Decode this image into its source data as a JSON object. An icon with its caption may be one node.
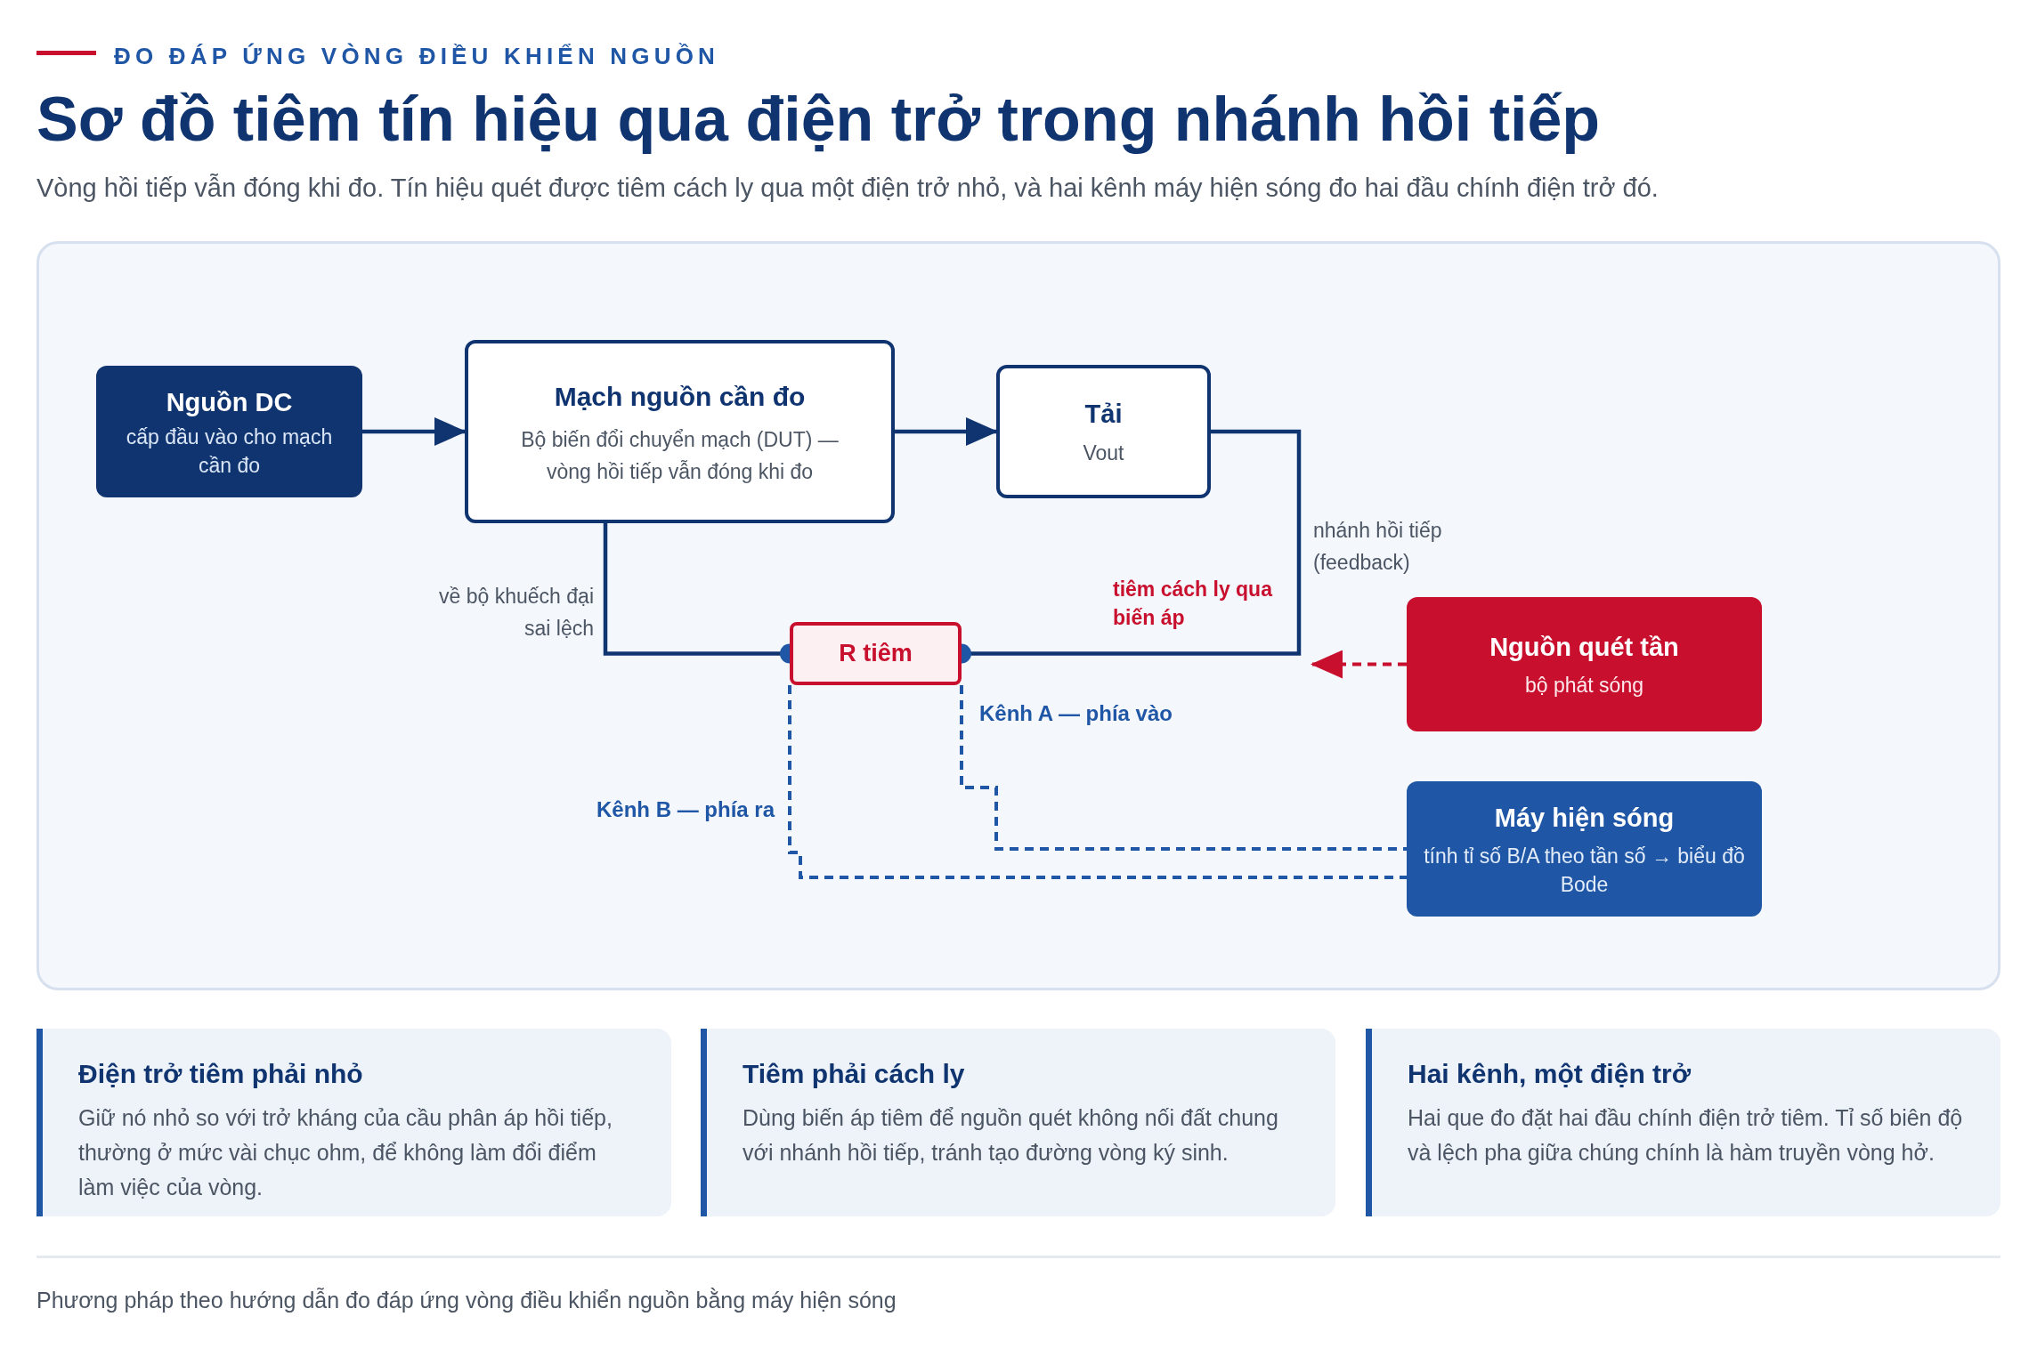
{
  "diagram": {
    "title": "Sơ đồ tiêm tín hiệu qua điện trở trong nhánh hồi tiếp",
    "nodes": [
      {
        "text": [
          "Nguồn DC",
          "cấp đầu vào cho mạch cần đo"
        ]
      },
      {
        "text": [
          "Mạch nguồn cần đo",
          "Bộ biến đổi chuyển mạch (DUT) — vòng hồi tiếp vẫn đóng khi đo"
        ]
      },
      {
        "text": [
          "Tải",
          "Vout"
        ]
      },
      {
        "text": [
          "R tiêm"
        ]
      },
      {
        "text": [
          "Nguồn quét tần",
          "bộ phát sóng"
        ]
      },
      {
        "text": [
          "Máy hiện sóng",
          "tính tỉ số B/A theo tần số → biểu đồ Bode"
        ]
      },
      {
        "text": [
          "Điện trở tiêm phải nhỏ",
          "Giữ nó nhỏ so với trở kháng của cầu phân áp hồi tiếp, thường ở mức vài chục ohm, để không làm đổi điểm làm việc của vòng."
        ]
      },
      {
        "text": [
          "Tiêm phải cách ly",
          "Dùng biến áp tiêm để nguồn quét không nối đất chung với nhánh hồi tiếp, tránh tạo đường vòng ký sinh."
        ]
      },
      {
        "text": [
          "Hai kênh, một điện trở",
          "Hai que đo đặt hai đầu chính điện trở tiêm. Tỉ số biên độ và lệch pha giữa chúng chính là hàm truyền vòng hở."
        ]
      }
    ],
    "edges": [
      {
        "from": 0,
        "to": 1,
        "arrow": "to"
      },
      {
        "from": 1,
        "to": 2,
        "arrow": "to"
      },
      {
        "from": 2,
        "to": 3,
        "arrow": "none",
        "label": "nhánh hồi tiếp (feedback)"
      },
      {
        "from": 1,
        "to": 3,
        "arrow": "none",
        "label": "về bộ khuếch đại sai lệch"
      },
      {
        "from": 4,
        "to": null,
        "arrow": "to",
        "style": "dashed",
        "color": "#c8102e"
      },
      {
        "from": 3,
        "to": 5,
        "arrow": "none",
        "style": "dashed",
        "color": "#1f56a5",
        "label": "Kênh A — phía vào"
      },
      {
        "from": 3,
        "to": 5,
        "arrow": "none",
        "style": "dashed",
        "color": "#1f56a5",
        "label": "Kênh B — phía ra"
      }
    ],
    "labels": [
      "ĐO ĐÁP ỨNG VÒNG ĐIỀU KHIỂN NGUỒN",
      "Vòng hồi tiếp vẫn đóng khi đo. Tín hiệu quét được tiêm cách ly qua một điện trở nhỏ, và hai kênh máy hiện sóng đo hai đầu chính điện trở đó.",
      "Phương pháp theo hướng dẫn đo đáp ứng vòng điều khiển nguồn bằng máy hiện sóng",
      "tiêm cách ly qua biến áp"
    ]
  }
}
